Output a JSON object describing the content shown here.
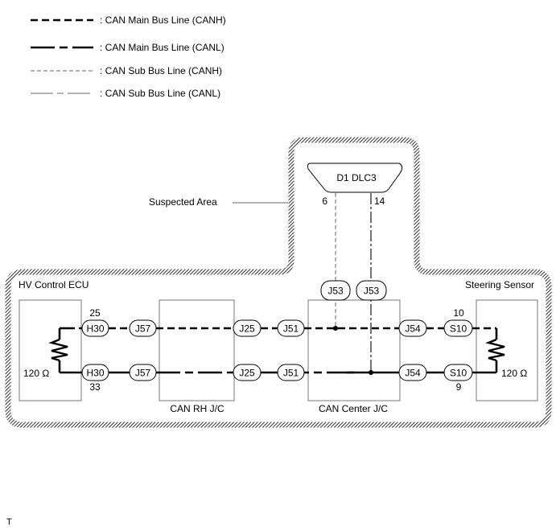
{
  "legend": [
    {
      "style": "canh-main",
      "label": ": CAN Main Bus Line (CANH)"
    },
    {
      "style": "canl-main",
      "label": ": CAN Main Bus Line (CANL)"
    },
    {
      "style": "canh-sub",
      "label": ": CAN Sub Bus Line (CANH)"
    },
    {
      "style": "canl-sub",
      "label": ": CAN Sub Bus Line (CANL)"
    }
  ],
  "suspected_area_label": "Suspected Area",
  "dlc": {
    "name": "D1 DLC3",
    "pin_canh": "6",
    "pin_canl": "14"
  },
  "components": {
    "hv_ecu": "HV Control ECU",
    "steering_sensor": "Steering Sensor",
    "can_rh_jc": "CAN RH J/C",
    "can_center_jc": "CAN Center J/C"
  },
  "resistors": {
    "left": "120 Ω",
    "right": "120 Ω"
  },
  "pins": {
    "h30_top": "25",
    "h30_bottom": "33",
    "s10_top": "10",
    "s10_bottom": "9"
  },
  "connectors": {
    "h30": "H30",
    "j57": "J57",
    "j25": "J25",
    "j51": "J51",
    "j53": "J53",
    "j54": "J54",
    "s10": "S10"
  },
  "footer_mark": "T"
}
